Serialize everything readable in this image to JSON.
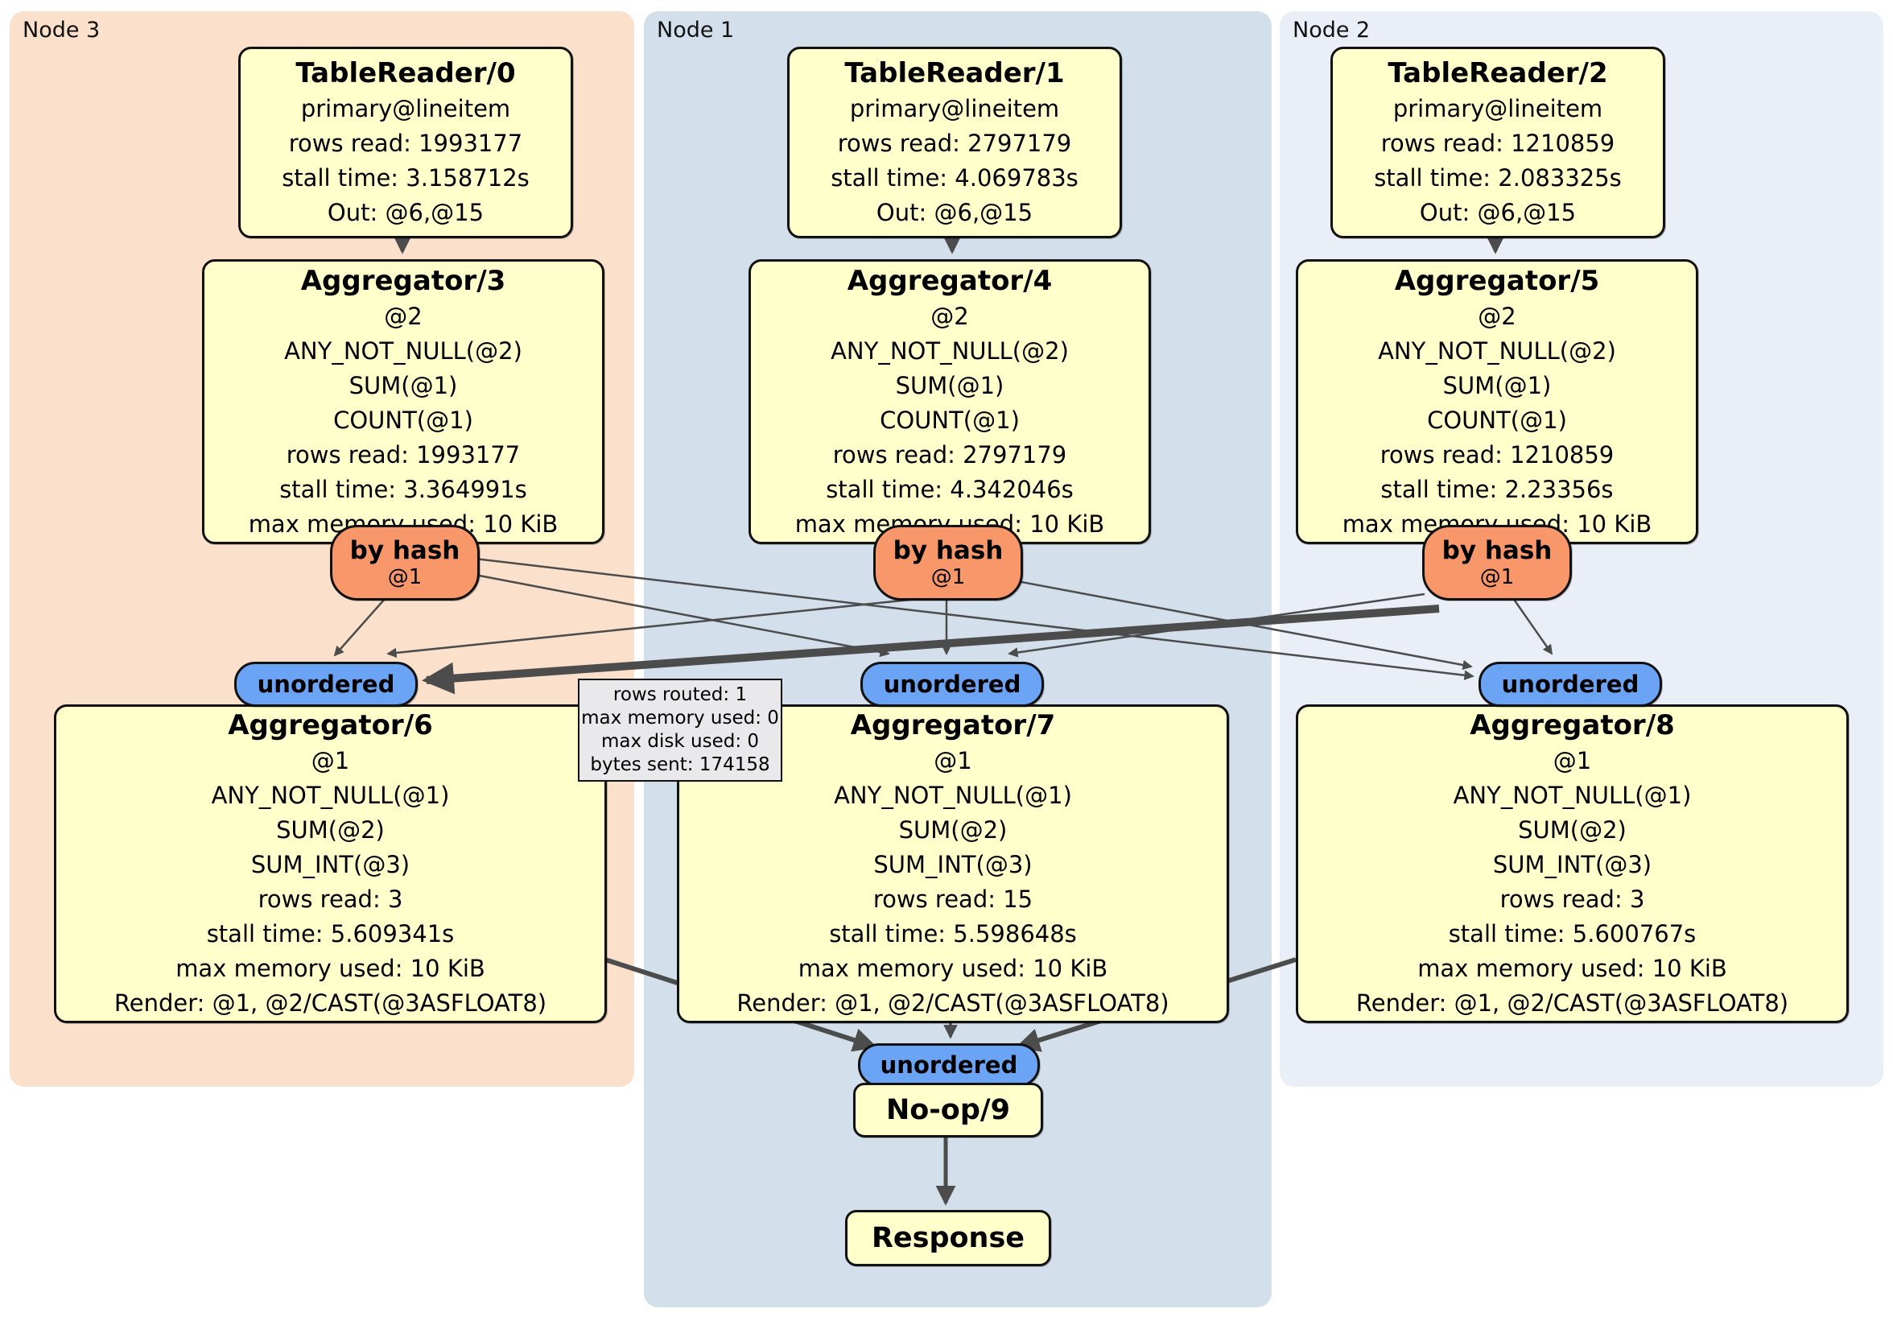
{
  "regions": [
    {
      "label": "Node 3",
      "table_reader": {
        "title": "TableReader/0",
        "lines": [
          "primary@lineitem",
          "rows read: 1993177",
          "stall time: 3.158712s",
          "Out: @6,@15"
        ]
      },
      "aggregator_top": {
        "title": "Aggregator/3",
        "lines": [
          "@2",
          "ANY_NOT_NULL(@2)",
          "SUM(@1)",
          "COUNT(@1)",
          "rows read: 1993177",
          "stall time: 3.364991s",
          "max memory used: 10 KiB"
        ]
      },
      "router": {
        "label": "by hash",
        "detail": "@1"
      },
      "stream_label": "unordered",
      "aggregator_bottom": {
        "title": "Aggregator/6",
        "lines": [
          "@1",
          "ANY_NOT_NULL(@1)",
          "SUM(@2)",
          "SUM_INT(@3)",
          "rows read: 3",
          "stall time: 5.609341s",
          "max memory used: 10 KiB",
          "Render: @1, @2/CAST(@3ASFLOAT8)"
        ]
      }
    },
    {
      "label": "Node 1",
      "table_reader": {
        "title": "TableReader/1",
        "lines": [
          "primary@lineitem",
          "rows read: 2797179",
          "stall time: 4.069783s",
          "Out: @6,@15"
        ]
      },
      "aggregator_top": {
        "title": "Aggregator/4",
        "lines": [
          "@2",
          "ANY_NOT_NULL(@2)",
          "SUM(@1)",
          "COUNT(@1)",
          "rows read: 2797179",
          "stall time: 4.342046s",
          "max memory used: 10 KiB"
        ]
      },
      "router": {
        "label": "by hash",
        "detail": "@1"
      },
      "stream_label": "unordered",
      "aggregator_bottom": {
        "title": "Aggregator/7",
        "lines": [
          "@1",
          "ANY_NOT_NULL(@1)",
          "SUM(@2)",
          "SUM_INT(@3)",
          "rows read: 15",
          "stall time: 5.598648s",
          "max memory used: 10 KiB",
          "Render: @1, @2/CAST(@3ASFLOAT8)"
        ]
      }
    },
    {
      "label": "Node 2",
      "table_reader": {
        "title": "TableReader/2",
        "lines": [
          "primary@lineitem",
          "rows read: 1210859",
          "stall time: 2.083325s",
          "Out: @6,@15"
        ]
      },
      "aggregator_top": {
        "title": "Aggregator/5",
        "lines": [
          "@2",
          "ANY_NOT_NULL(@2)",
          "SUM(@1)",
          "COUNT(@1)",
          "rows read: 1210859",
          "stall time: 2.23356s",
          "max memory used: 10 KiB"
        ]
      },
      "router": {
        "label": "by hash",
        "detail": "@1"
      },
      "stream_label": "unordered",
      "aggregator_bottom": {
        "title": "Aggregator/8",
        "lines": [
          "@1",
          "ANY_NOT_NULL(@1)",
          "SUM(@2)",
          "SUM_INT(@3)",
          "rows read: 3",
          "stall time: 5.600767s",
          "max memory used: 10 KiB",
          "Render: @1, @2/CAST(@3ASFLOAT8)"
        ]
      }
    }
  ],
  "tooltip": {
    "lines": [
      "rows routed: 1",
      "max memory used: 0",
      "max disk used: 0",
      "bytes sent: 174158"
    ]
  },
  "sink": {
    "stream_label": "unordered",
    "noop_label": "No-op/9",
    "response_label": "Response"
  },
  "colors": {
    "node3_region": "#fbe1cb",
    "node1_region": "#d3e0ec",
    "node2_region": "#eaeef7",
    "processor_box": "#ffffcc",
    "router_pill": "#f8976a",
    "stream_pill": "#6ba3f5",
    "tooltip_bg": "#e9e9eb",
    "edge": "#4c4c4c"
  }
}
